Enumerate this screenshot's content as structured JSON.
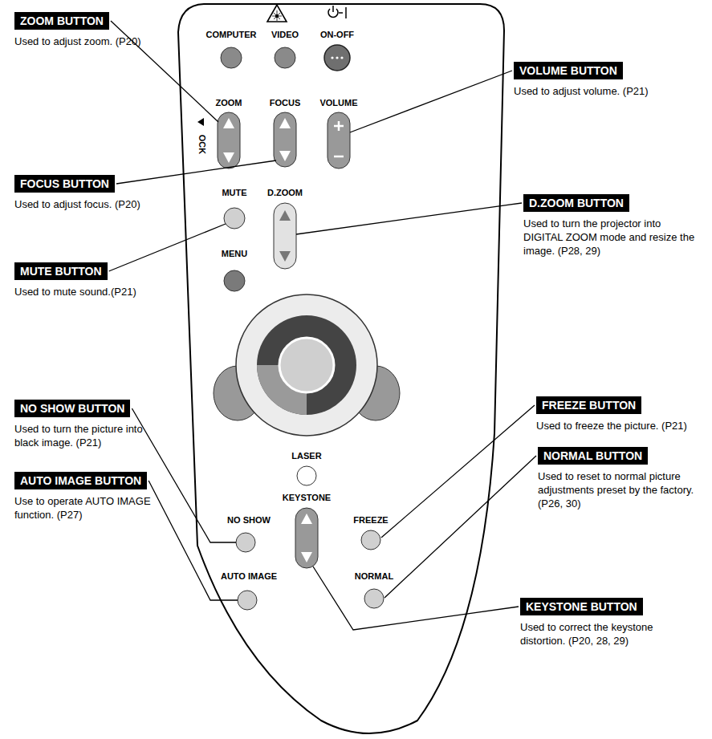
{
  "diagram": {
    "nodes": [
      {
        "text": [
          "ZOOM BUTTON",
          "Used to adjust zoom. (P20)"
        ]
      },
      {
        "text": [
          "VOLUME BUTTON",
          "Used to adjust volume. (P21)"
        ]
      },
      {
        "text": [
          "FOCUS BUTTON",
          "Used to adjust focus. (P20)"
        ]
      },
      {
        "text": [
          "D.ZOOM BUTTON",
          "Used to turn the projector into DIGITAL ZOOM mode and resize the image. (P28, 29)"
        ]
      },
      {
        "text": [
          "MUTE BUTTON",
          "Used to mute sound.(P21)"
        ]
      },
      {
        "text": [
          "FREEZE BUTTON",
          "Used to freeze the picture. (P21)"
        ]
      },
      {
        "text": [
          "NO SHOW BUTTON",
          "Used to turn the picture into black image. (P21)"
        ]
      },
      {
        "text": [
          "NORMAL BUTTON",
          "Used to reset to normal picture adjustments preset by the factory. (P26, 30)"
        ]
      },
      {
        "text": [
          "AUTO IMAGE BUTTON",
          "Use to operate AUTO IMAGE function. (P27)"
        ]
      },
      {
        "text": [
          "KEYSTONE BUTTON",
          "Used to correct the keystone distortion. (P20, 28, 29)"
        ]
      }
    ],
    "labels": [
      "COMPUTER",
      "VIDEO",
      "ON-OFF",
      "ZOOM",
      "FOCUS",
      "VOLUME",
      "OCK",
      "MUTE",
      "D.ZOOM",
      "MENU",
      "LASER",
      "KEYSTONE",
      "NO SHOW",
      "FREEZE",
      "AUTO IMAGE",
      "NORMAL"
    ]
  }
}
